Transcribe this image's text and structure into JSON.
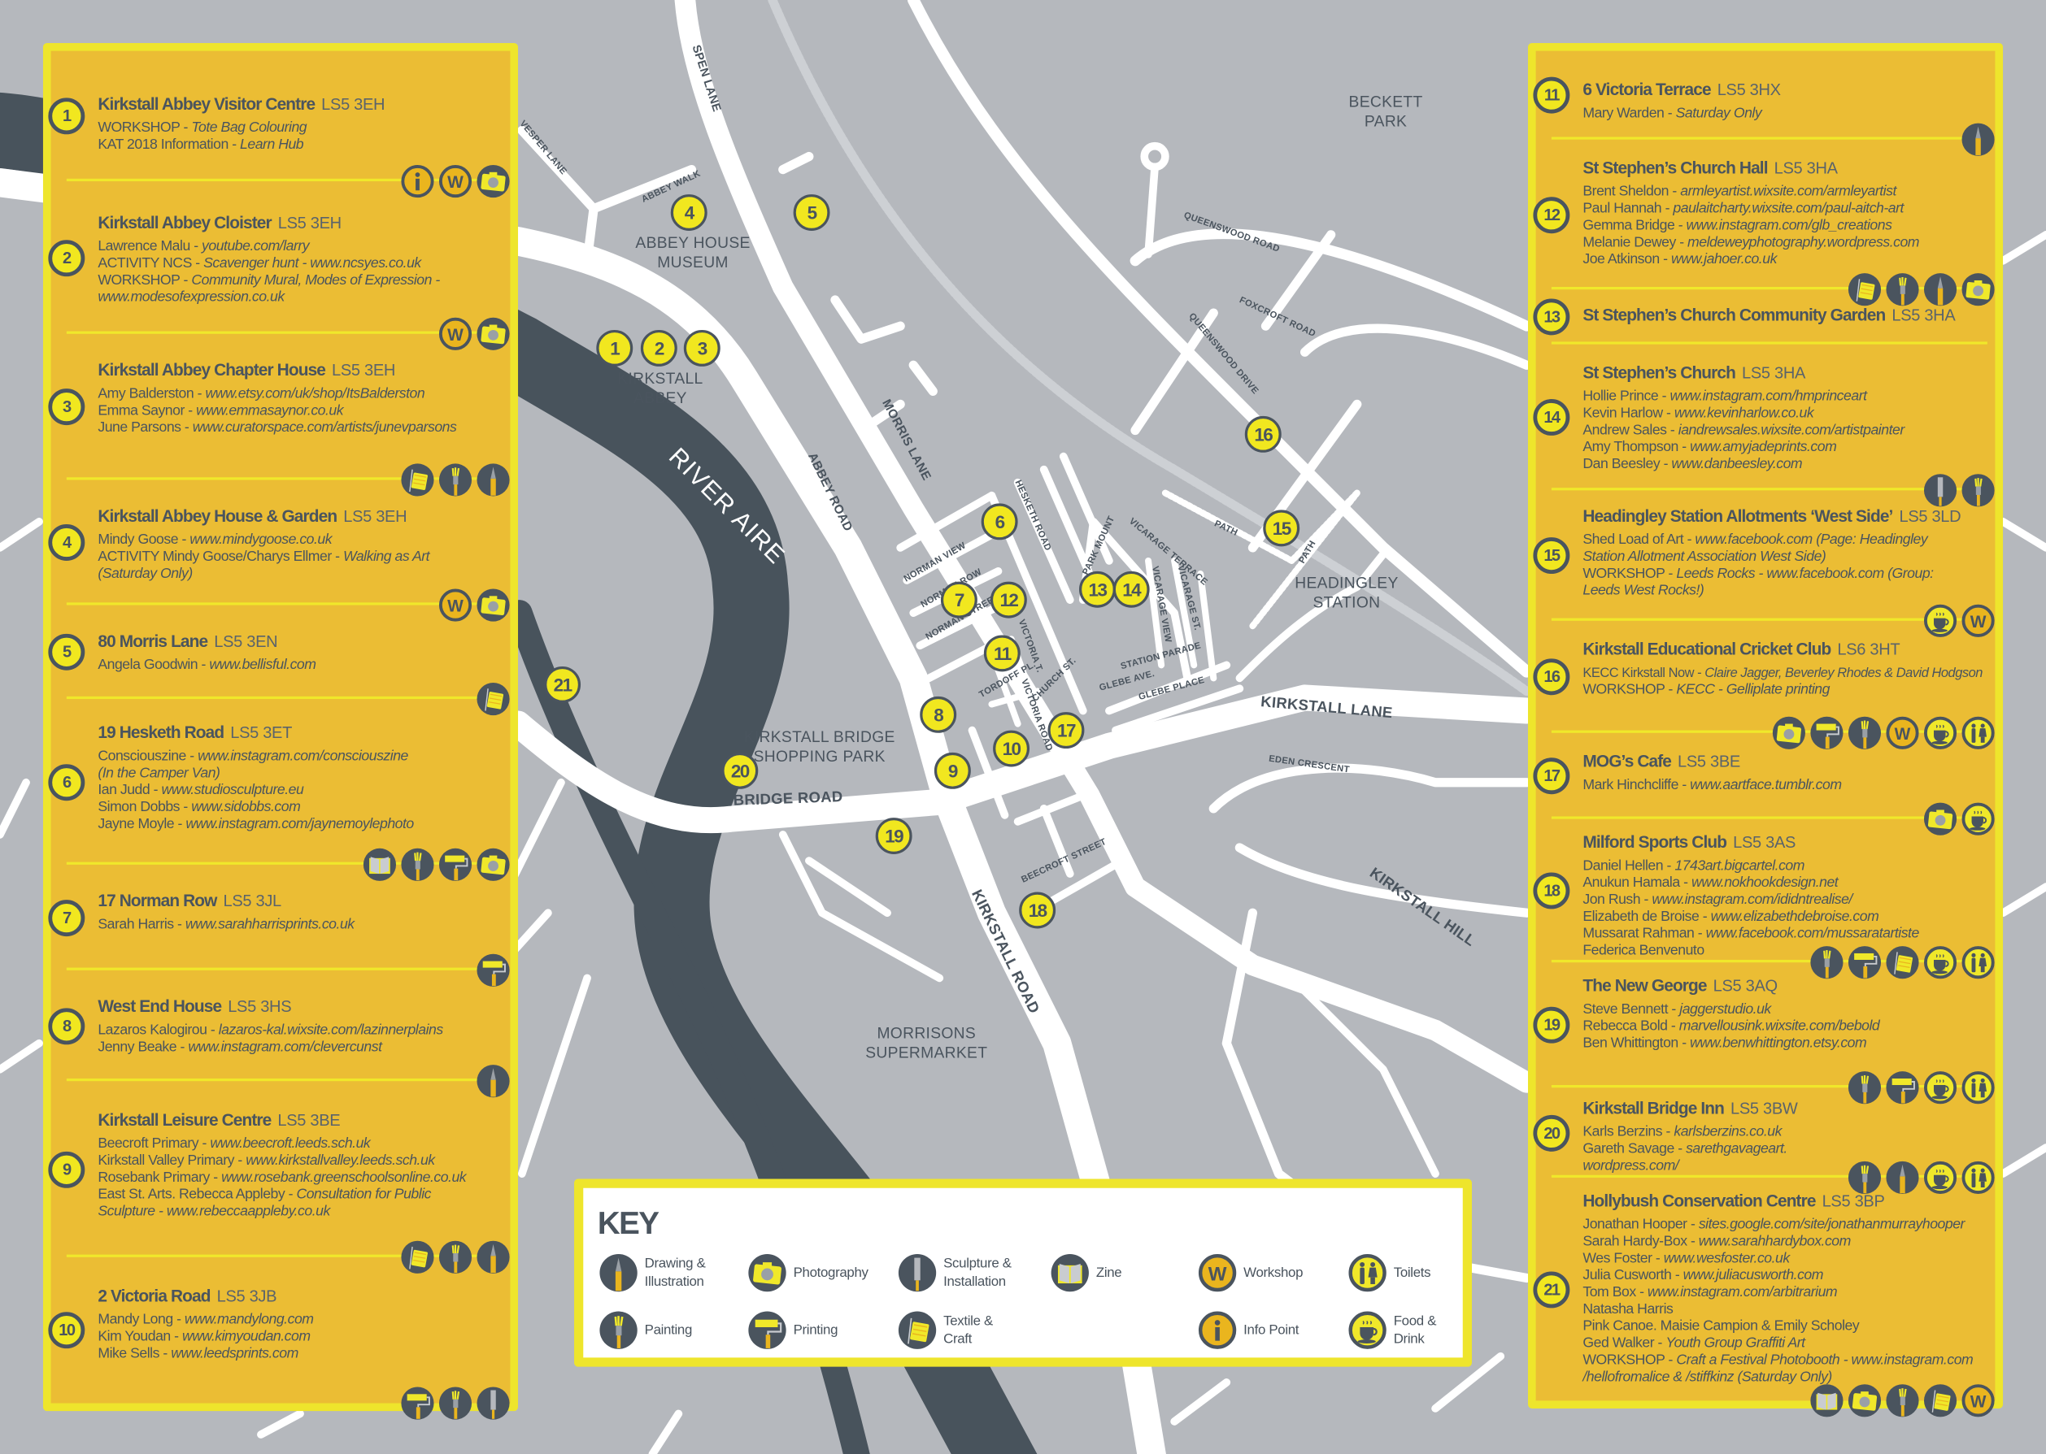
{
  "map": {
    "places": [
      "ABBEY HOUSE\nMUSEUM",
      "KIRKSTALL\nABBEY",
      "BECKETT\nPARK",
      "HEADINGLEY\nSTATION",
      "KIRKSTALL BRIDGE\nSHOPPING PARK",
      "MORRISONS\nSUPERMARKET"
    ],
    "river": "RIVER AIRE",
    "roads": [
      "SPEN LANE",
      "ABBEY WALK",
      "VESPER LANE",
      "MORRIS LANE",
      "ABBEY ROAD",
      "HESKETH ROAD",
      "QUEENSWOOD ROAD",
      "FOXCROFT ROAD",
      "QUEENSWOOD DRIVE",
      "PARK MOUNT",
      "VICARAGE TERRACE",
      "VICARAGE VIEW",
      "VICARAGE ST.",
      "PATH",
      "PATH",
      "NORMAN VIEW",
      "NORMAN ROW",
      "NORMAN STREET",
      "VICTORIA T.",
      "TORDOFF PL.",
      "CHURCH ST.",
      "VICTORIA ROAD",
      "STATION PARADE",
      "GLEBE AVE.",
      "GLEBE PLACE",
      "KIRKSTALL LANE",
      "EDEN CRESCENT",
      "BRIDGE ROAD",
      "BEECROFT STREET",
      "KIRKSTALL ROAD",
      "KIRKSTALL HILL"
    ],
    "markers": [
      "1",
      "2",
      "3",
      "4",
      "5",
      "6",
      "7",
      "8",
      "9",
      "10",
      "11",
      "12",
      "13",
      "14",
      "15",
      "16",
      "17",
      "18",
      "19",
      "20",
      "21"
    ]
  },
  "left_panel": {
    "entries": [
      {
        "num": "1",
        "venue": "Kirkstall Abbey Visitor Centre",
        "postcode": "LS5 3EH",
        "lines": [
          {
            "name": "WORKSHOP - ",
            "detail": "Tote Bag Colouring"
          },
          {
            "name": "KAT 2018 Information - ",
            "detail": "Learn Hub"
          }
        ],
        "icons": [
          "info",
          "workshop",
          "photography"
        ]
      },
      {
        "num": "2",
        "venue": "Kirkstall Abbey Cloister",
        "postcode": "LS5 3EH",
        "lines": [
          {
            "name": "Lawrence Malu - ",
            "detail": "youtube.com/larry"
          },
          {
            "name": "ACTIVITY NCS - ",
            "detail": "Scavenger hunt - www.ncsyes.co.uk"
          },
          {
            "name": "WORKSHOP - ",
            "detail": "Community Mural, Modes of Expression -"
          },
          {
            "name": "",
            "detail": "www.modesofexpression.co.uk"
          }
        ],
        "icons": [
          "workshop",
          "photography"
        ]
      },
      {
        "num": "3",
        "venue": "Kirkstall Abbey Chapter House",
        "postcode": "LS5 3EH",
        "lines": [
          {
            "name": "Amy Balderston - ",
            "detail": "www.etsy.com/uk/shop/ItsBalderston"
          },
          {
            "name": "Emma Saynor - ",
            "detail": "www.emmasaynor.co.uk"
          },
          {
            "name": "June Parsons - ",
            "detail": "www.curatorspace.com/artists/junevparsons"
          }
        ],
        "icons": [
          "textile",
          "painting",
          "drawing"
        ]
      },
      {
        "num": "4",
        "venue": "Kirkstall Abbey House & Garden",
        "postcode": "LS5 3EH",
        "lines": [
          {
            "name": "Mindy Goose - ",
            "detail": "www.mindygoose.co.uk"
          },
          {
            "name": "ACTIVITY Mindy Goose/Charys Ellmer - ",
            "detail": "Walking as Art"
          },
          {
            "name": "",
            "detail": "(Saturday Only)"
          }
        ],
        "icons": [
          "workshop",
          "photography"
        ]
      },
      {
        "num": "5",
        "venue": "80 Morris Lane",
        "postcode": "LS5 3EN",
        "lines": [
          {
            "name": "Angela Goodwin - ",
            "detail": "www.bellisful.com"
          }
        ],
        "icons": [
          "textile"
        ]
      },
      {
        "num": "6",
        "venue": "19 Hesketh Road",
        "postcode": "LS5 3ET",
        "lines": [
          {
            "name": "Consciouszine - ",
            "detail": "www.instagram.com/consciouszine"
          },
          {
            "name": "",
            "detail": "(In the Camper Van)"
          },
          {
            "name": "Ian Judd - ",
            "detail": "www.studiosculpture.eu"
          },
          {
            "name": "Simon Dobbs - ",
            "detail": "www.sidobbs.com"
          },
          {
            "name": "Jayne Moyle - ",
            "detail": "www.instagram.com/jaynemoylephoto"
          }
        ],
        "icons": [
          "zine",
          "painting",
          "printing",
          "photography"
        ]
      },
      {
        "num": "7",
        "venue": "17 Norman Row",
        "postcode": "LS5 3JL",
        "lines": [
          {
            "name": "Sarah Harris - ",
            "detail": "www.sarahharrisprints.co.uk"
          }
        ],
        "icons": [
          "printing"
        ]
      },
      {
        "num": "8",
        "venue": "West End House",
        "postcode": "LS5 3HS",
        "lines": [
          {
            "name": "Lazaros Kalogirou - ",
            "detail": "lazaros-kal.wixsite.com/lazinnerplains"
          },
          {
            "name": "Jenny Beake - ",
            "detail": "www.instagram.com/clevercunst"
          }
        ],
        "icons": [
          "drawing"
        ]
      },
      {
        "num": "9",
        "venue": "Kirkstall Leisure Centre",
        "postcode": "LS5 3BE",
        "lines": [
          {
            "name": "Beecroft Primary - ",
            "detail": "www.beecroft.leeds.sch.uk"
          },
          {
            "name": "Kirkstall Valley Primary - ",
            "detail": "www.kirkstallvalley.leeds.sch.uk"
          },
          {
            "name": "Rosebank Primary - ",
            "detail": "www.rosebank.greenschoolsonline.co.uk"
          },
          {
            "name": "East St. Arts. Rebecca Appleby - ",
            "detail": "Consultation for Public"
          },
          {
            "name": "",
            "detail": "Sculpture - www.rebeccaappleby.co.uk"
          }
        ],
        "icons": [
          "textile",
          "painting",
          "drawing"
        ]
      },
      {
        "num": "10",
        "venue": "2 Victoria Road",
        "postcode": "LS5 3JB",
        "lines": [
          {
            "name": "Mandy Long - ",
            "detail": "www.mandylong.com"
          },
          {
            "name": "Kim Youdan - ",
            "detail": "www.kimyoudan.com"
          },
          {
            "name": "Mike Sells - ",
            "detail": "www.leedsprints.com"
          }
        ],
        "icons": [
          "printing",
          "painting",
          "sculpture"
        ]
      }
    ]
  },
  "right_panel": {
    "entries": [
      {
        "num": "11",
        "venue": "6 Victoria Terrace",
        "postcode": "LS5 3HX",
        "lines": [
          {
            "name": "Mary Warden - ",
            "detail": "Saturday Only"
          }
        ],
        "icons": [
          "drawing"
        ]
      },
      {
        "num": "12",
        "venue": "St Stephen’s Church Hall",
        "postcode": "LS5 3HA",
        "lines": [
          {
            "name": "Brent Sheldon - ",
            "detail": "armleyartist.wixsite.com/armleyartist"
          },
          {
            "name": "Paul Hannah - ",
            "detail": "paulaitcharty.wixsite.com/paul-aitch-art"
          },
          {
            "name": "Gemma Bridge - ",
            "detail": "www.instagram.com/glb_creations"
          },
          {
            "name": "Melanie Dewey - ",
            "detail": "meldeweyphotography.wordpress.com"
          },
          {
            "name": "Joe Atkinson - ",
            "detail": "www.jahoer.co.uk"
          }
        ],
        "icons": [
          "textile",
          "painting",
          "drawing",
          "photography"
        ]
      },
      {
        "num": "13",
        "venue": "St Stephen’s Church Community Garden",
        "postcode": "LS5 3HA",
        "lines": [],
        "icons": []
      },
      {
        "num": "14",
        "venue": "St Stephen’s Church",
        "postcode": "LS5 3HA",
        "lines": [
          {
            "name": "Hollie Prince - ",
            "detail": "www.instagram.com/hmprinceart"
          },
          {
            "name": "Kevin Harlow - ",
            "detail": "www.kevinharlow.co.uk"
          },
          {
            "name": "Andrew Sales - ",
            "detail": "iandrewsales.wixsite.com/artistpainter"
          },
          {
            "name": "Amy Thompson - ",
            "detail": "www.amyjadeprints.com"
          },
          {
            "name": "Dan Beesley - ",
            "detail": "www.danbeesley.com"
          }
        ],
        "icons": [
          "sculpture",
          "painting"
        ]
      },
      {
        "num": "15",
        "venue": "Headingley Station Allotments ‘West Side’",
        "postcode": "LS5 3LD",
        "lines": [
          {
            "name": "Shed Load of Art - ",
            "detail": "www.facebook.com (Page: Headingley"
          },
          {
            "name": "",
            "detail": "Station Allotment Association West Side)"
          },
          {
            "name": "WORKSHOP - ",
            "detail": "Leeds Rocks - www.facebook.com (Group:"
          },
          {
            "name": "",
            "detail": "Leeds West Rocks!)"
          }
        ],
        "icons": [
          "food",
          "workshop"
        ]
      },
      {
        "num": "16",
        "venue": "Kirkstall Educational Cricket Club",
        "postcode": "LS6 3HT",
        "lines": [
          {
            "name": "KECC Kirkstall Now - ",
            "detail": "Claire Jagger, Beverley Rhodes & David Hodgson"
          },
          {
            "name": "WORKSHOP - ",
            "detail": "KECC - Gelliplate printing"
          }
        ],
        "icons": [
          "photography",
          "printing",
          "painting",
          "workshop",
          "food",
          "toilets"
        ]
      },
      {
        "num": "17",
        "venue": "MOG’s Cafe",
        "postcode": "LS5 3BE",
        "lines": [
          {
            "name": "Mark Hinchcliffe - ",
            "detail": "www.aartface.tumblr.com"
          }
        ],
        "icons": [
          "photography",
          "food"
        ]
      },
      {
        "num": "18",
        "venue": "Milford Sports Club",
        "postcode": "LS5 3AS",
        "lines": [
          {
            "name": "Daniel Hellen - ",
            "detail": "1743art.bigcartel.com"
          },
          {
            "name": "Anukun Hamala - ",
            "detail": "www.nokhookdesign.net"
          },
          {
            "name": "Jon Rush - ",
            "detail": "www.instagram.com/ididntrealise/"
          },
          {
            "name": "Elizabeth de Broise - ",
            "detail": "www.elizabethdebroise.com"
          },
          {
            "name": "Mussarat Rahman - ",
            "detail": "www.facebook.com/mussaratartiste"
          },
          {
            "name": "Federica Benvenuto",
            "detail": ""
          }
        ],
        "icons": [
          "painting",
          "printing",
          "textile",
          "food",
          "toilets"
        ]
      },
      {
        "num": "19",
        "venue": "The New George",
        "postcode": "LS5 3AQ",
        "lines": [
          {
            "name": "Steve Bennett - ",
            "detail": "jaggerstudio.uk"
          },
          {
            "name": "Rebecca Bold - ",
            "detail": "marvellousink.wixsite.com/bebold"
          },
          {
            "name": "Ben Whittington - ",
            "detail": "www.benwhittington.etsy.com"
          }
        ],
        "icons": [
          "painting",
          "printing",
          "food",
          "toilets"
        ]
      },
      {
        "num": "20",
        "venue": "Kirkstall Bridge Inn",
        "postcode": "LS5 3BW",
        "lines": [
          {
            "name": "Karls Berzins - ",
            "detail": "karlsberzins.co.uk"
          },
          {
            "name": "Gareth Savage - ",
            "detail": "sarethgavageart."
          },
          {
            "name": "",
            "detail": "wordpress.com/"
          }
        ],
        "icons": [
          "painting",
          "drawing",
          "food",
          "toilets"
        ]
      },
      {
        "num": "21",
        "venue": "Hollybush Conservation Centre",
        "postcode": "LS5 3BP",
        "lines": [
          {
            "name": "Jonathan Hooper - ",
            "detail": "sites.google.com/site/jonathanmurrayhooper"
          },
          {
            "name": "Sarah Hardy-Box - ",
            "detail": "www.sarahhardybox.com"
          },
          {
            "name": "Wes Foster - ",
            "detail": "www.wesfoster.co.uk"
          },
          {
            "name": "Julia Cusworth - ",
            "detail": "www.juliacusworth.com"
          },
          {
            "name": "Tom Box - ",
            "detail": "www.instagram.com/arbitrarium"
          },
          {
            "name": "Natasha Harris",
            "detail": ""
          },
          {
            "name": "Pink Canoe. Maisie Campion & Emily Scholey",
            "detail": ""
          },
          {
            "name": "Ged Walker - ",
            "detail": "Youth Group Graffiti Art"
          },
          {
            "name": "WORKSHOP - ",
            "detail": "Craft a Festival Photobooth - www.instagram.com"
          },
          {
            "name": "",
            "detail": "/hellofromalice & /stiffkinz (Saturday Only)"
          }
        ],
        "icons": [
          "zine",
          "photography",
          "painting",
          "textile",
          "workshop"
        ]
      }
    ]
  },
  "key": {
    "title": "KEY",
    "items": [
      {
        "icon": "drawing",
        "label": "Drawing &\nIllustration"
      },
      {
        "icon": "photography",
        "label": "Photography"
      },
      {
        "icon": "sculpture",
        "label": "Sculpture &\nInstallation"
      },
      {
        "icon": "zine",
        "label": "Zine"
      },
      {
        "icon": "workshop",
        "label": "Workshop"
      },
      {
        "icon": "toilets",
        "label": "Toilets"
      },
      {
        "icon": "painting",
        "label": "Painting"
      },
      {
        "icon": "printing",
        "label": "Printing"
      },
      {
        "icon": "textile",
        "label": "Textile &\nCraft"
      },
      {
        "icon": "info",
        "label": "Info Point"
      },
      {
        "icon": "food",
        "label": "Food &\nDrink"
      }
    ]
  },
  "colors": {
    "panel": "#ebbd34",
    "panel_border": "#eee52c",
    "marker": "#f1e71f",
    "ink": "#4a545e",
    "map_bg": "#b5b8bd",
    "river": "#48535c",
    "road": "#ffffff"
  }
}
